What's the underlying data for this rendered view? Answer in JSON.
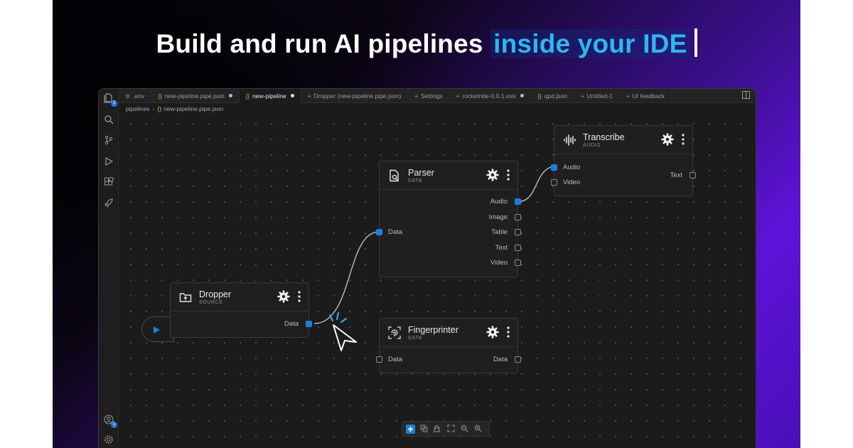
{
  "headline": {
    "prefix": "Build and run AI pipelines ",
    "highlight": "inside your IDE"
  },
  "tabs": [
    {
      "label": ".env",
      "icon": "gear-icon",
      "modified": false,
      "active": false
    },
    {
      "label": "new-pipeline.pipe.json",
      "icon": "braces-icon",
      "modified": true,
      "active": false
    },
    {
      "label": "new-pipeline",
      "icon": "braces-icon",
      "modified": true,
      "active": true
    },
    {
      "label": "Dropper (new-pipeline.pipe.json)",
      "icon": "lines-icon",
      "modified": false,
      "active": false
    },
    {
      "label": "Settings",
      "icon": "lines-icon",
      "modified": false,
      "active": false
    },
    {
      "label": "rocketride-0.0.1.vsix",
      "icon": "lines-icon",
      "modified": true,
      "active": false
    },
    {
      "label": "qpd.json",
      "icon": "braces-icon",
      "modified": false,
      "active": false
    },
    {
      "label": "Untitled-1",
      "icon": "lines-icon",
      "modified": false,
      "active": false
    },
    {
      "label": "UI feedback",
      "icon": "lines-icon",
      "modified": false,
      "active": false
    }
  ],
  "breadcrumb": {
    "folder": "pipelines",
    "file": "new-pipeline.pipe.json"
  },
  "activity_badges": {
    "explorer": "2",
    "accounts": "1"
  },
  "nodes": {
    "dropper": {
      "title": "Dropper",
      "subtitle": "SOURCE",
      "outputs": [
        "Data"
      ]
    },
    "parser": {
      "title": "Parser",
      "subtitle": "DATA",
      "inputs": [
        "Data"
      ],
      "outputs": [
        "Audio",
        "Image",
        "Table",
        "Text",
        "Video"
      ]
    },
    "transcribe": {
      "title": "Transcribe",
      "subtitle": "AUDIO",
      "inputs": [
        "Audio",
        "Video"
      ],
      "outputs": [
        "Text"
      ]
    },
    "fingerprinter": {
      "title": "Fingerprinter",
      "subtitle": "DATA",
      "inputs": [
        "Data"
      ],
      "outputs": [
        "Data"
      ]
    }
  },
  "colors": {
    "accent": "#1b7fd6",
    "highlight_text": "#2fb6f0",
    "canvas": "#1b1b1b"
  }
}
